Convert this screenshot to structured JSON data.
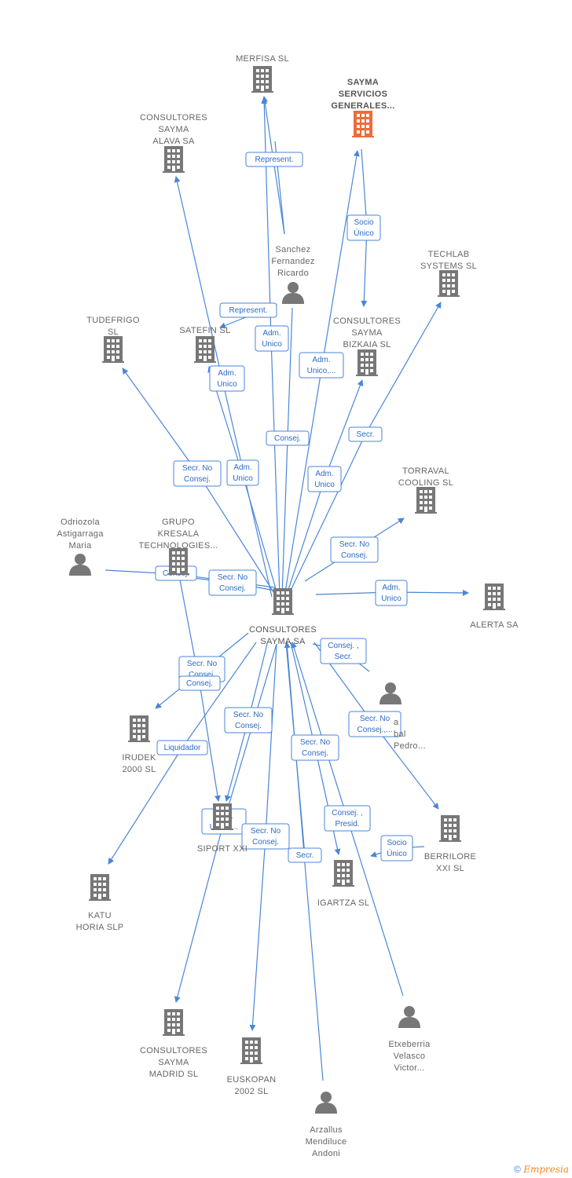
{
  "colors": {
    "edge": "#4a86d8",
    "building": "#777777",
    "focus_building": "#f26a3a",
    "person": "#777777"
  },
  "footer": {
    "copyright": "©",
    "brand": "Empresia"
  },
  "nodes": [
    {
      "id": "center",
      "type": "company",
      "lines": [
        "CONSULTORES",
        "SAYMA SA"
      ],
      "main": true
    },
    {
      "id": "merfisa",
      "type": "company",
      "lines": [
        "MERFISA SL"
      ]
    },
    {
      "id": "sayma_servicios",
      "type": "company",
      "lines": [
        "SAYMA",
        "SERVICIOS",
        "GENERALES..."
      ],
      "focus": true
    },
    {
      "id": "alava",
      "type": "company",
      "lines": [
        "CONSULTORES",
        "SAYMA",
        "ALAVA SA"
      ]
    },
    {
      "id": "sanchez",
      "type": "person",
      "lines": [
        "Sanchez",
        "Fernandez",
        "Ricardo"
      ]
    },
    {
      "id": "techlab",
      "type": "company",
      "lines": [
        "TECHLAB",
        "SYSTEMS SL"
      ]
    },
    {
      "id": "tudefrigo",
      "type": "company",
      "lines": [
        "TUDEFRIGO",
        "SL"
      ]
    },
    {
      "id": "satefin",
      "type": "company",
      "lines": [
        "SATEFIN SL"
      ]
    },
    {
      "id": "bizkaia",
      "type": "company",
      "lines": [
        "CONSULTORES",
        "SAYMA",
        "BIZKAIA  SL"
      ]
    },
    {
      "id": "torraval",
      "type": "company",
      "lines": [
        "TORRAVAL",
        "COOLING SL"
      ]
    },
    {
      "id": "odriozola",
      "type": "person",
      "lines": [
        "Odriozola",
        "Astigarraga",
        "Maria"
      ]
    },
    {
      "id": "kresala",
      "type": "company",
      "lines": [
        "GRUPO",
        "KRESALA",
        "TECHNOLOGIES..."
      ]
    },
    {
      "id": "alerta",
      "type": "company",
      "lines": [
        "ALERTA SA"
      ]
    },
    {
      "id": "person_a",
      "type": "person",
      "lines": [
        "a",
        "bal",
        "Pedro..."
      ]
    },
    {
      "id": "irudek",
      "type": "company",
      "lines": [
        "IRUDEK",
        "2000 SL"
      ]
    },
    {
      "id": "siport",
      "type": "company",
      "lines": [
        "SIPORT XXI"
      ]
    },
    {
      "id": "berrilore",
      "type": "company",
      "lines": [
        "BERRILORE",
        "XXI  SL"
      ]
    },
    {
      "id": "igartza",
      "type": "company",
      "lines": [
        "IGARTZA  SL"
      ]
    },
    {
      "id": "katu",
      "type": "company",
      "lines": [
        "KATU",
        "HORIA  SLP"
      ]
    },
    {
      "id": "madrid",
      "type": "company",
      "lines": [
        "CONSULTORES",
        "SAYMA",
        "MADRID SL"
      ]
    },
    {
      "id": "euskopan",
      "type": "company",
      "lines": [
        "EUSKOPAN",
        "2002 SL"
      ]
    },
    {
      "id": "etxeberria",
      "type": "person",
      "lines": [
        "Etxeberria",
        "Velasco",
        "Victor..."
      ]
    },
    {
      "id": "arzallus",
      "type": "person",
      "lines": [
        "Arzallus",
        "Mendiluce",
        "Andoni"
      ]
    }
  ],
  "edges": [
    {
      "id": "e_merfisa",
      "label": [
        "Represent."
      ]
    },
    {
      "id": "e_sanchez_merfisa",
      "label": []
    },
    {
      "id": "e_socio_bizkaia",
      "label": [
        "Socio",
        "Único"
      ]
    },
    {
      "id": "e_alava",
      "label": [
        "Adm.",
        "Unico"
      ]
    },
    {
      "id": "e_sanchez_satefin",
      "label": [
        "Represent."
      ]
    },
    {
      "id": "e_center_merfisa",
      "label": [
        "Adm.",
        "Unico"
      ]
    },
    {
      "id": "e_center_sayma",
      "label": [
        "Adm.",
        "Unico,..."
      ]
    },
    {
      "id": "e_sanchez_center",
      "label": [
        "Consej."
      ]
    },
    {
      "id": "e_techlab",
      "label": [
        "Secr."
      ]
    },
    {
      "id": "e_tudefrigo",
      "label": [
        "Secr.  No",
        "Consej."
      ]
    },
    {
      "id": "e_satefin",
      "label": [
        "Adm.",
        "Unico"
      ]
    },
    {
      "id": "e_bizkaia",
      "label": [
        "Adm.",
        "Unico"
      ]
    },
    {
      "id": "e_torraval",
      "label": [
        "Secr.  No",
        "Consej."
      ]
    },
    {
      "id": "e_odriozola",
      "label": [
        "Consej."
      ]
    },
    {
      "id": "e_kresala",
      "label": [
        "Secr.  No",
        "Consej."
      ]
    },
    {
      "id": "e_alerta",
      "label": [
        "Adm.",
        "Unico"
      ]
    },
    {
      "id": "e_person_a",
      "label": [
        "Consej. ,",
        "Secr."
      ]
    },
    {
      "id": "e_irudek",
      "label": [
        "Secr.  No",
        "Consej."
      ]
    },
    {
      "id": "e_consej_siport",
      "label": [
        "Consej."
      ]
    },
    {
      "id": "e_siport",
      "label": [
        "Secr.  No",
        "Consej."
      ]
    },
    {
      "id": "e_berrilore",
      "label": [
        "Secr.  No",
        "Consej.,..."
      ]
    },
    {
      "id": "e_katu",
      "label": [
        "Liquidador"
      ]
    },
    {
      "id": "e_igartza",
      "label": [
        "Secr.  No",
        "Consej."
      ]
    },
    {
      "id": "e_adm_siport",
      "label": [
        "Adm.",
        "Unico,..."
      ]
    },
    {
      "id": "e_madrid",
      "label": [
        "Secr.  No",
        "Consej."
      ]
    },
    {
      "id": "e_etxeberria",
      "label": [
        "Consej. ,",
        "Presid."
      ]
    },
    {
      "id": "e_socio_berrilore",
      "label": [
        "Socio",
        "Único"
      ]
    },
    {
      "id": "e_euskopan",
      "label": [
        "Secr."
      ]
    },
    {
      "id": "e_arzallus",
      "label": []
    }
  ]
}
